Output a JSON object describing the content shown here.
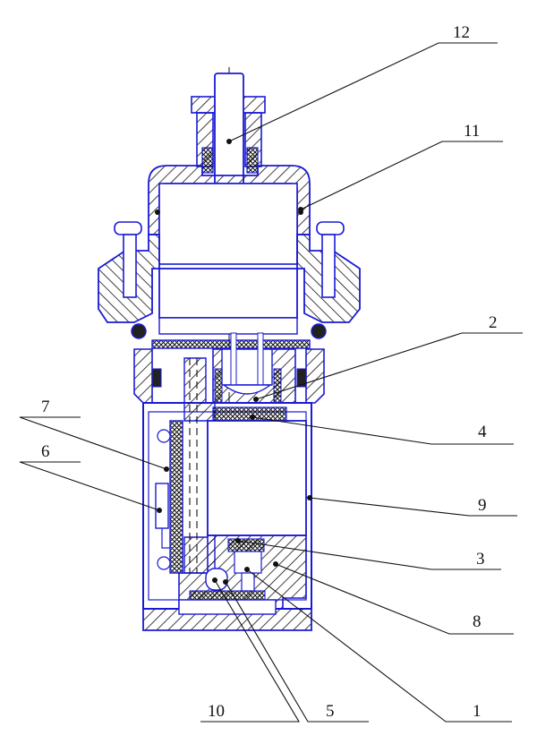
{
  "colors": {
    "outline": "#1a1ad6",
    "ink": "#111111",
    "hatch": "#111111",
    "background": "#ffffff"
  },
  "callouts": [
    {
      "id": "c12",
      "label": "12"
    },
    {
      "id": "c11",
      "label": "11"
    },
    {
      "id": "c2",
      "label": "2"
    },
    {
      "id": "c7",
      "label": "7"
    },
    {
      "id": "c6",
      "label": "6"
    },
    {
      "id": "c4",
      "label": "4"
    },
    {
      "id": "c9",
      "label": "9"
    },
    {
      "id": "c3",
      "label": "3"
    },
    {
      "id": "c8",
      "label": "8"
    },
    {
      "id": "c10",
      "label": "10"
    },
    {
      "id": "c5",
      "label": "5"
    },
    {
      "id": "c1",
      "label": "1"
    }
  ]
}
